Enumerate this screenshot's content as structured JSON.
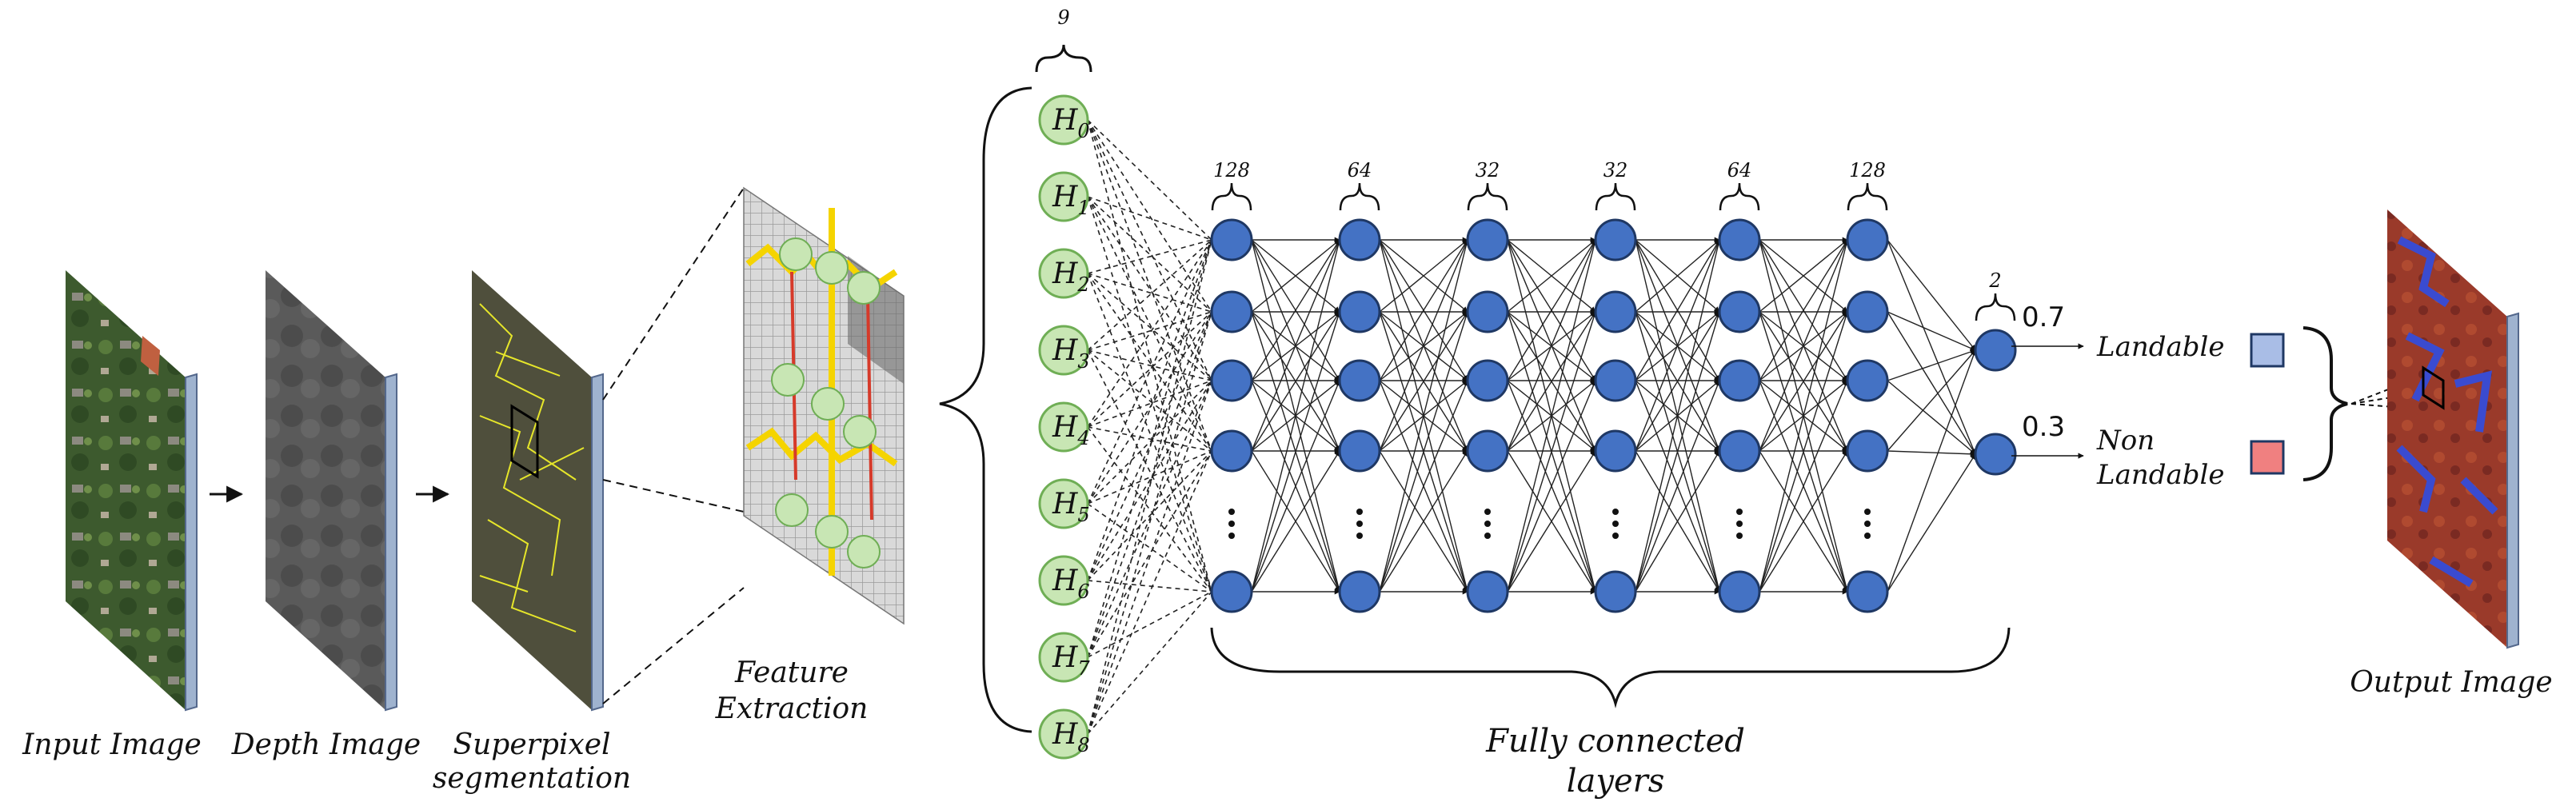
{
  "labels": {
    "input": "Input Image",
    "depth": "Depth Image",
    "superpixel": [
      "Superpixel",
      "segmentation"
    ],
    "feature": [
      "Feature",
      "Extraction"
    ],
    "fc": [
      "Fully connected",
      "layers"
    ],
    "output": "Output Image"
  },
  "input_nodes": {
    "count_label": "9",
    "items": [
      {
        "base": "H",
        "sub": "0"
      },
      {
        "base": "H",
        "sub": "1"
      },
      {
        "base": "H",
        "sub": "2"
      },
      {
        "base": "H",
        "sub": "3"
      },
      {
        "base": "H",
        "sub": "4"
      },
      {
        "base": "H",
        "sub": "5"
      },
      {
        "base": "H",
        "sub": "6"
      },
      {
        "base": "H",
        "sub": "7"
      },
      {
        "base": "H",
        "sub": "8"
      }
    ]
  },
  "layers": [
    {
      "size_label": "128",
      "visible_nodes": 5
    },
    {
      "size_label": "64",
      "visible_nodes": 5
    },
    {
      "size_label": "32",
      "visible_nodes": 5
    },
    {
      "size_label": "32",
      "visible_nodes": 5
    },
    {
      "size_label": "64",
      "visible_nodes": 5
    },
    {
      "size_label": "128",
      "visible_nodes": 5
    },
    {
      "size_label": "2",
      "visible_nodes": 2
    }
  ],
  "outputs": [
    {
      "value": "0.7",
      "label": [
        "Landable"
      ],
      "color": "#a9bde6"
    },
    {
      "value": "0.3",
      "label": [
        "Non",
        "Landable"
      ],
      "color": "#f08080"
    }
  ],
  "colors": {
    "input_node_fill": "#c8e6b4",
    "input_node_stroke": "#6fae55",
    "node_fill": "#4472c4",
    "node_stroke": "#1f3864",
    "panel_edge": "#7f9ac0"
  }
}
